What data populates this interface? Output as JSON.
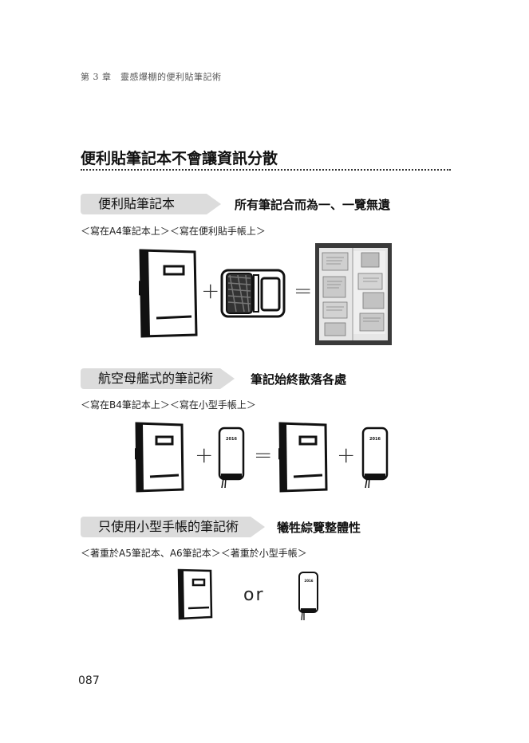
{
  "header": {
    "chapter": "第 3 章　靈感爆棚的便利貼筆記術"
  },
  "section": {
    "title": "便利貼筆記本不會讓資訊分散"
  },
  "blocks": [
    {
      "tag": "便利貼筆記本",
      "description": "所有筆記合而為一、一覽無遺",
      "subtitle": "＜寫在A4筆記本上＞＜寫在便利貼手帳上＞",
      "operators": [
        "+",
        "="
      ]
    },
    {
      "tag": "航空母艦式的筆記術",
      "description": "筆記始終散落各處",
      "subtitle": "＜寫在B4筆記本上＞＜寫在小型手帳上＞",
      "operators": [
        "+",
        "=",
        "+"
      ]
    },
    {
      "tag": "只使用小型手帳的筆記術",
      "description": "犧牲綜覽整體性",
      "subtitle": "＜著重於A5筆記本、A6筆記本＞＜著重於小型手帳＞",
      "operators": [
        "or"
      ]
    }
  ],
  "page_number": "087",
  "planner_cover_text": "2016"
}
